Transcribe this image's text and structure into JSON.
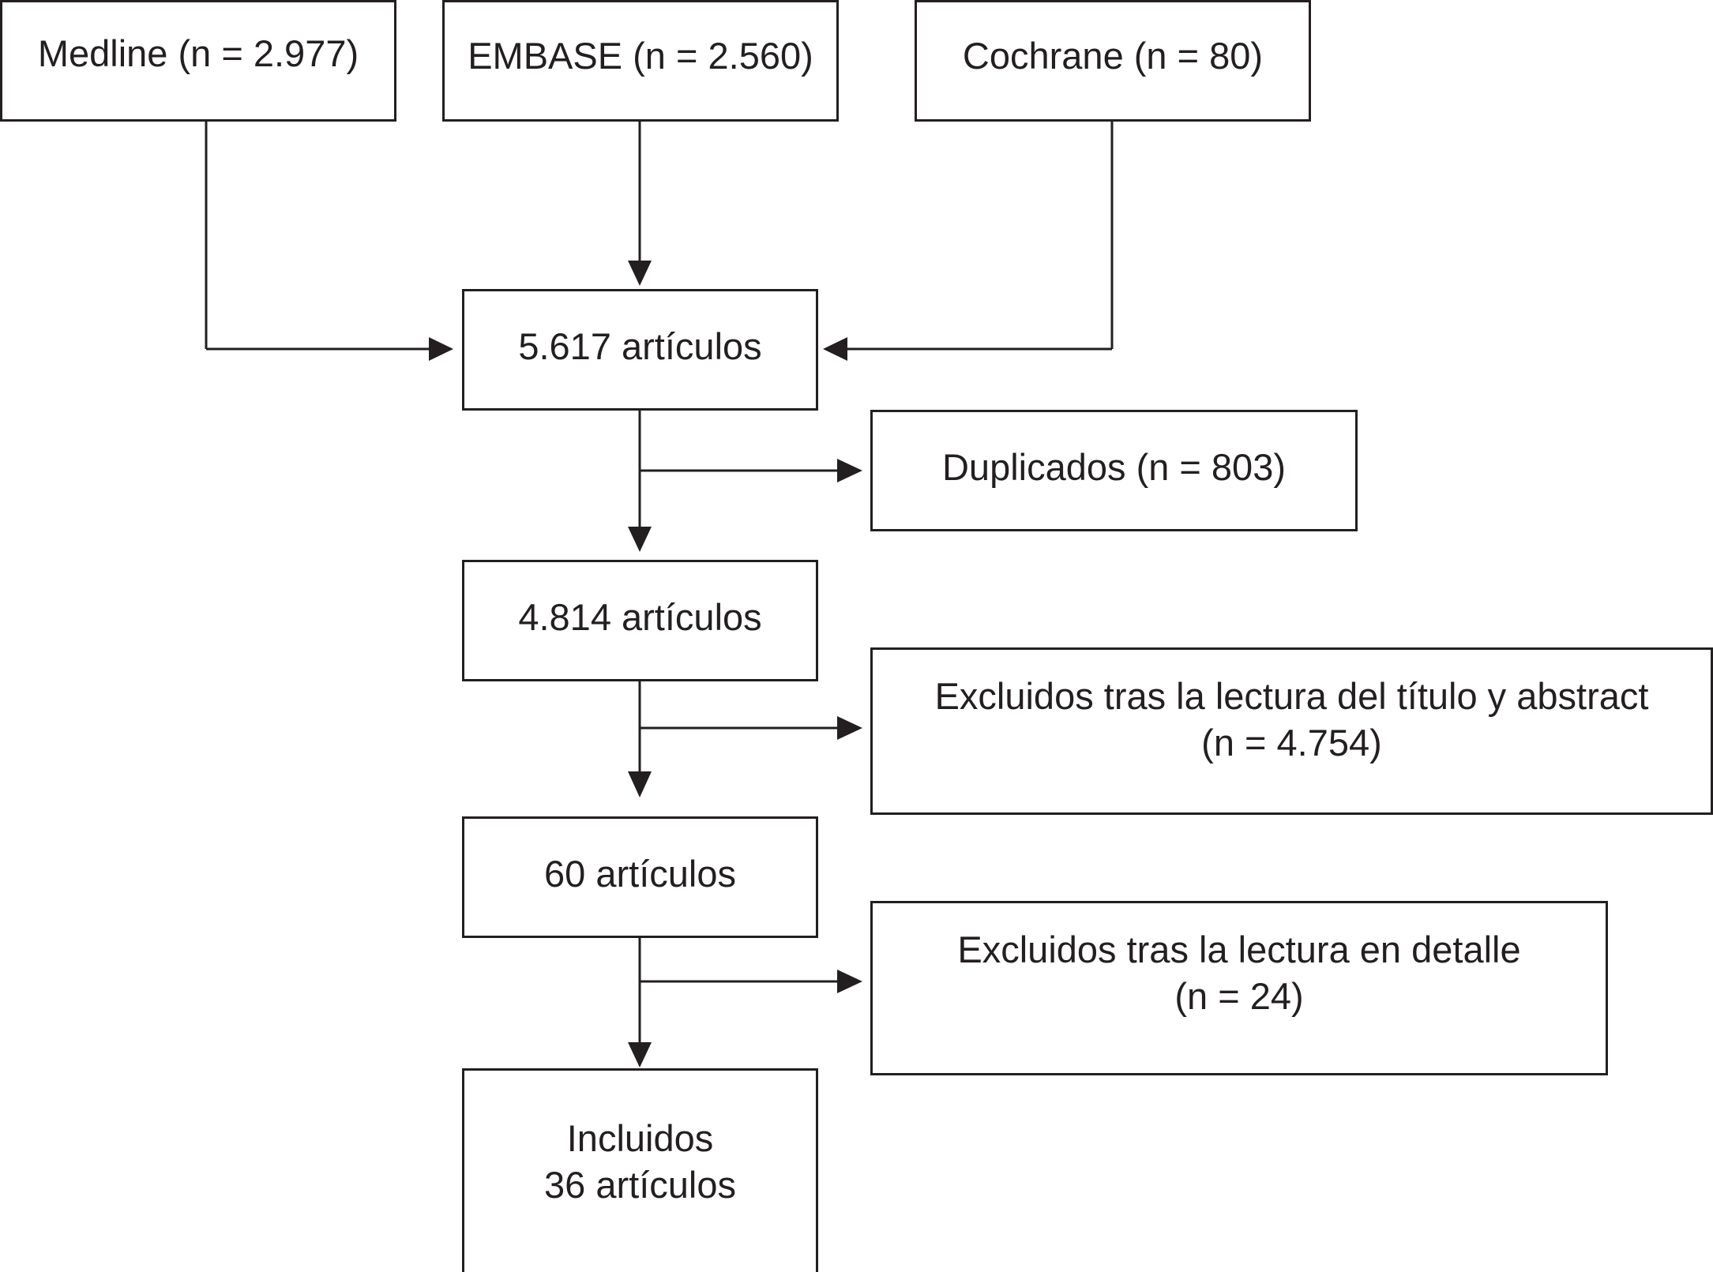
{
  "sources": {
    "medline": "Medline (n = 2.977)",
    "embase": "EMBASE (n = 2.560)",
    "cochrane": "Cochrane (n = 80)"
  },
  "flow": {
    "step1": "5.617 artículos",
    "step2": "4.814 artículos",
    "step3": "60 artículos",
    "included_line1": "Incluidos",
    "included_line2": "36 artículos"
  },
  "exclusions": {
    "duplicates": "Duplicados (n = 803)",
    "title_abstract_line1": "Excluidos tras la lectura del título y abstract",
    "title_abstract_line2": "(n = 4.754)",
    "detail_line1": "Excluidos tras la lectura en detalle",
    "detail_line2": "(n = 24)"
  },
  "colors": {
    "stroke": "#231f20",
    "background": "#ffffff"
  }
}
